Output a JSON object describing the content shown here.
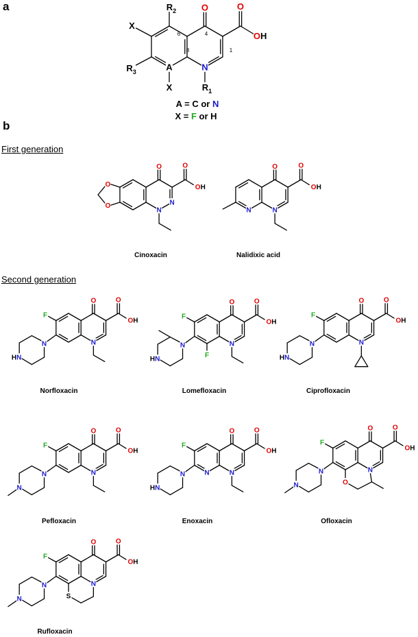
{
  "panel_a": {
    "letter": "a",
    "legend_line1": {
      "prefix": "A = C or ",
      "highlight": "N"
    },
    "legend_line2": {
      "prefix": "X = ",
      "highlight": "F",
      "suffix": " or H"
    },
    "legend_colors": {
      "N": "#1a1acc",
      "F": "#22aa22"
    }
  },
  "panel_b": {
    "letter": "b",
    "first_generation": {
      "heading": "First generation",
      "compounds": [
        "Cinoxacin",
        "Nalidixic acid"
      ]
    },
    "second_generation": {
      "heading": "Second generation",
      "compounds": [
        "Norfloxacin",
        "Lomefloxacin",
        "Ciprofloxacin",
        "Pefloxacin",
        "Enoxacin",
        "Ofloxacin",
        "Rufloxacin"
      ]
    }
  },
  "atom_colors": {
    "O": "#e00000",
    "N": "#1a1acc",
    "F": "#22aa22",
    "S": "#000000"
  }
}
